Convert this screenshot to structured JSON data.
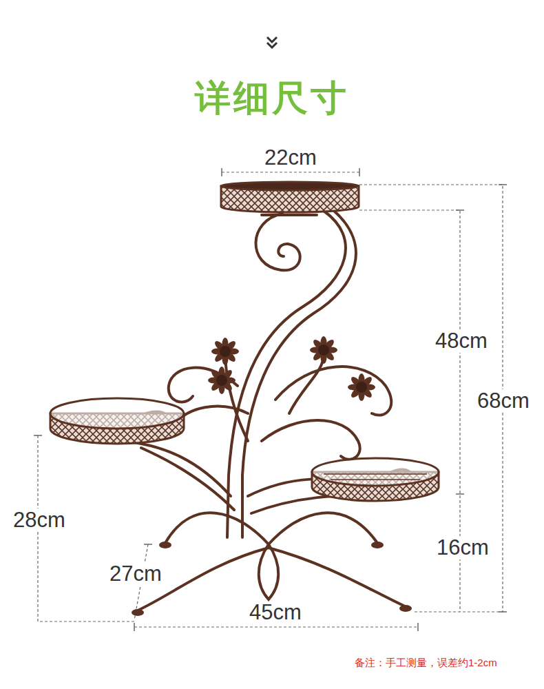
{
  "diagram": {
    "title": "详细尺寸",
    "labels": [
      "22cm",
      "48cm",
      "68cm",
      "28cm",
      "27cm",
      "16cm",
      "45cm",
      "备注：手工测量，误差约1-2cm"
    ]
  }
}
